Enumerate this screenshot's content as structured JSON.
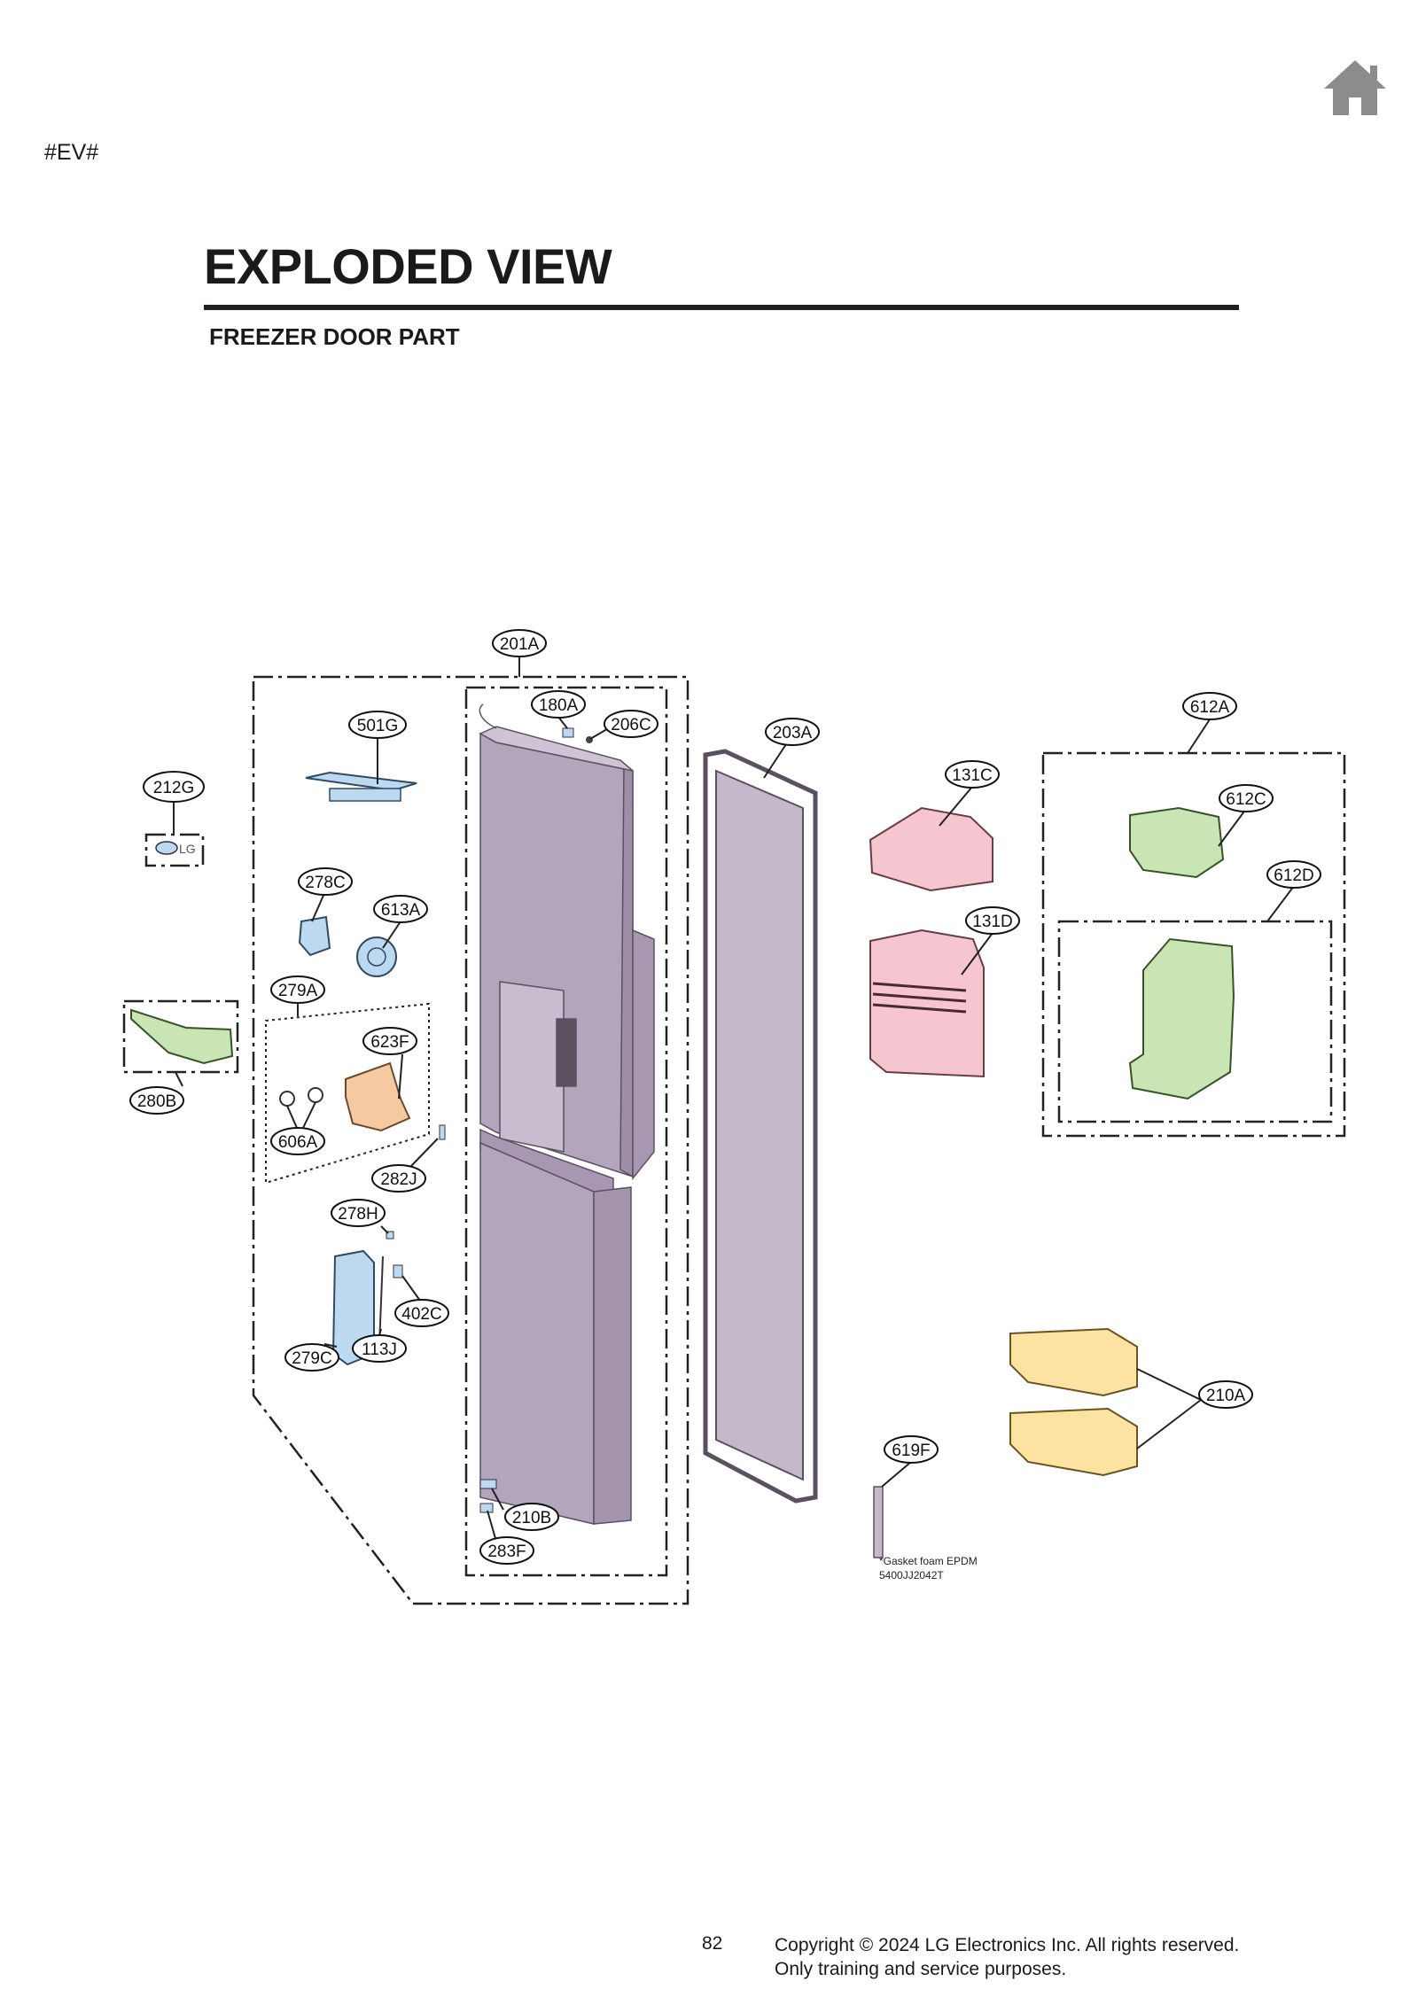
{
  "header": {
    "code_tag": "#EV#",
    "title": "EXPLODED VIEW",
    "subtitle": "FREEZER DOOR PART",
    "home_icon": "home-icon"
  },
  "colors": {
    "door_purple": "#b3a5bb",
    "part_blue": "#bcd9f0",
    "part_green": "#c9e5b4",
    "part_pink": "#f6c6d0",
    "part_orange": "#f6caa0",
    "part_yellow": "#fde3a2"
  },
  "callouts": {
    "c201A": "201A",
    "c180A": "180A",
    "c206C": "206C",
    "c501G": "501G",
    "c203A": "203A",
    "c612A": "612A",
    "c212G": "212G",
    "c131C": "131C",
    "c612C": "612C",
    "c278C": "278C",
    "c613A": "613A",
    "c612D": "612D",
    "c131D": "131D",
    "c279A": "279A",
    "c623F": "623F",
    "c280B": "280B",
    "c606A": "606A",
    "c282J": "282J",
    "c278H": "278H",
    "c402C": "402C",
    "c113J": "113J",
    "c279C": "279C",
    "c210A": "210A",
    "c619F": "619F",
    "c210B": "210B",
    "c283F": "283F"
  },
  "notes": {
    "gasket_line1": "*Gasket foam EPDM",
    "gasket_line2": "5400JJ2042T"
  },
  "footer": {
    "page_number": "82",
    "copyright_line1": "Copyright © 2024 LG Electronics Inc. All rights reserved.",
    "copyright_line2": "Only training and service purposes."
  }
}
